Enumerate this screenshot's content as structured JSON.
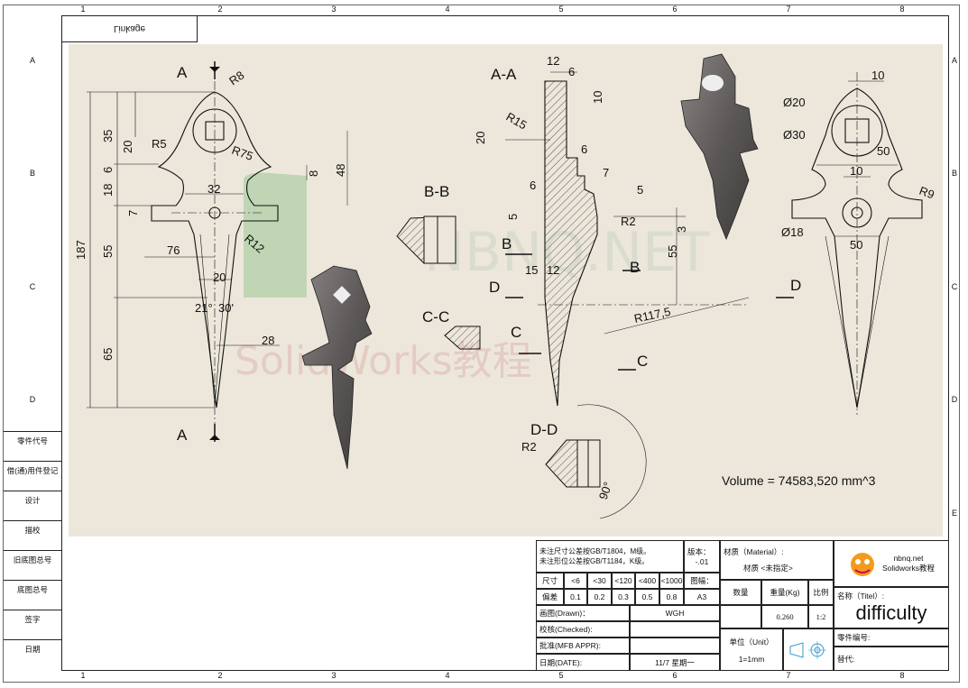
{
  "zones": {
    "columns": [
      "1",
      "2",
      "3",
      "4",
      "5",
      "6",
      "7",
      "8"
    ],
    "rows": [
      "A",
      "B",
      "C",
      "D",
      "E"
    ]
  },
  "mirror_title": "Linkage",
  "watermark": {
    "text1": "nbnq.net",
    "text2": "SolidWorks教程",
    "overlay": "NBNQ.NET"
  },
  "left_block": [
    "零件代号",
    "借(通)用件登记",
    "设计",
    "描校",
    "旧底图总号",
    "底图总号",
    "签字",
    "日期"
  ],
  "views": {
    "section_A": "A",
    "section_AA": "A-A",
    "section_BB": "B-B",
    "section_CC": "C-C",
    "section_DD": "D-D",
    "label_B": "B",
    "label_C": "C",
    "label_D": "D"
  },
  "dims": {
    "front": [
      "R8",
      "35",
      "20",
      "R5",
      "R75",
      "6",
      "8",
      "48",
      "18",
      "32",
      "7",
      "187",
      "R12",
      "55",
      "76",
      "20",
      "21°",
      "30'",
      "65",
      "28"
    ],
    "section": [
      "12",
      "6",
      "10",
      "R15",
      "20",
      "6",
      "7",
      "6",
      "5",
      "5",
      "R2",
      "3",
      "55",
      "15",
      "12",
      "R117,5"
    ],
    "side": [
      "10",
      "20",
      "30",
      "50",
      "10",
      "R9",
      "18",
      "50"
    ],
    "dd": [
      "R2",
      "90°"
    ]
  },
  "volume": "Volume = 74583,520 mm^3",
  "title_block": {
    "note1": "未注尺寸公差按GB/T1804，M级。",
    "note2": "未注形位公差按GB/T1184，K级。",
    "version_label": "版本：",
    "version": "-.01",
    "material_label": "材质（Material）:",
    "material": "材质 <未指定>",
    "size_label": "尺寸",
    "tol_label": "偏差",
    "sizes": [
      "<6",
      "<30",
      "<120",
      "<400",
      "<1000"
    ],
    "tols": [
      "0.1",
      "0.2",
      "0.3",
      "0.5",
      "0.8"
    ],
    "sheet_label": "图幅：",
    "sheet": "A3",
    "qty_label": "数量",
    "weight_label": "重量(Kg)",
    "scale_label": "比例",
    "weight": "0.260",
    "scale": "1:2",
    "name_label": "名称（Titel）:",
    "name": "difficulty",
    "drawn_label": "画图(Drawn)：",
    "drawn": "WGH",
    "checked_label": "校核(Checked):",
    "mfb_label": "批准(MFB APPR):",
    "date_label": "日期(DATE):",
    "date": "11/7  星期一",
    "unit_label": "单位（Unit）",
    "unit": "1=1mm",
    "part_no_label": "零件编号:",
    "replace_label": "替代:",
    "logo_site": "nbnq.net",
    "logo_name": "Solidworks教程"
  }
}
